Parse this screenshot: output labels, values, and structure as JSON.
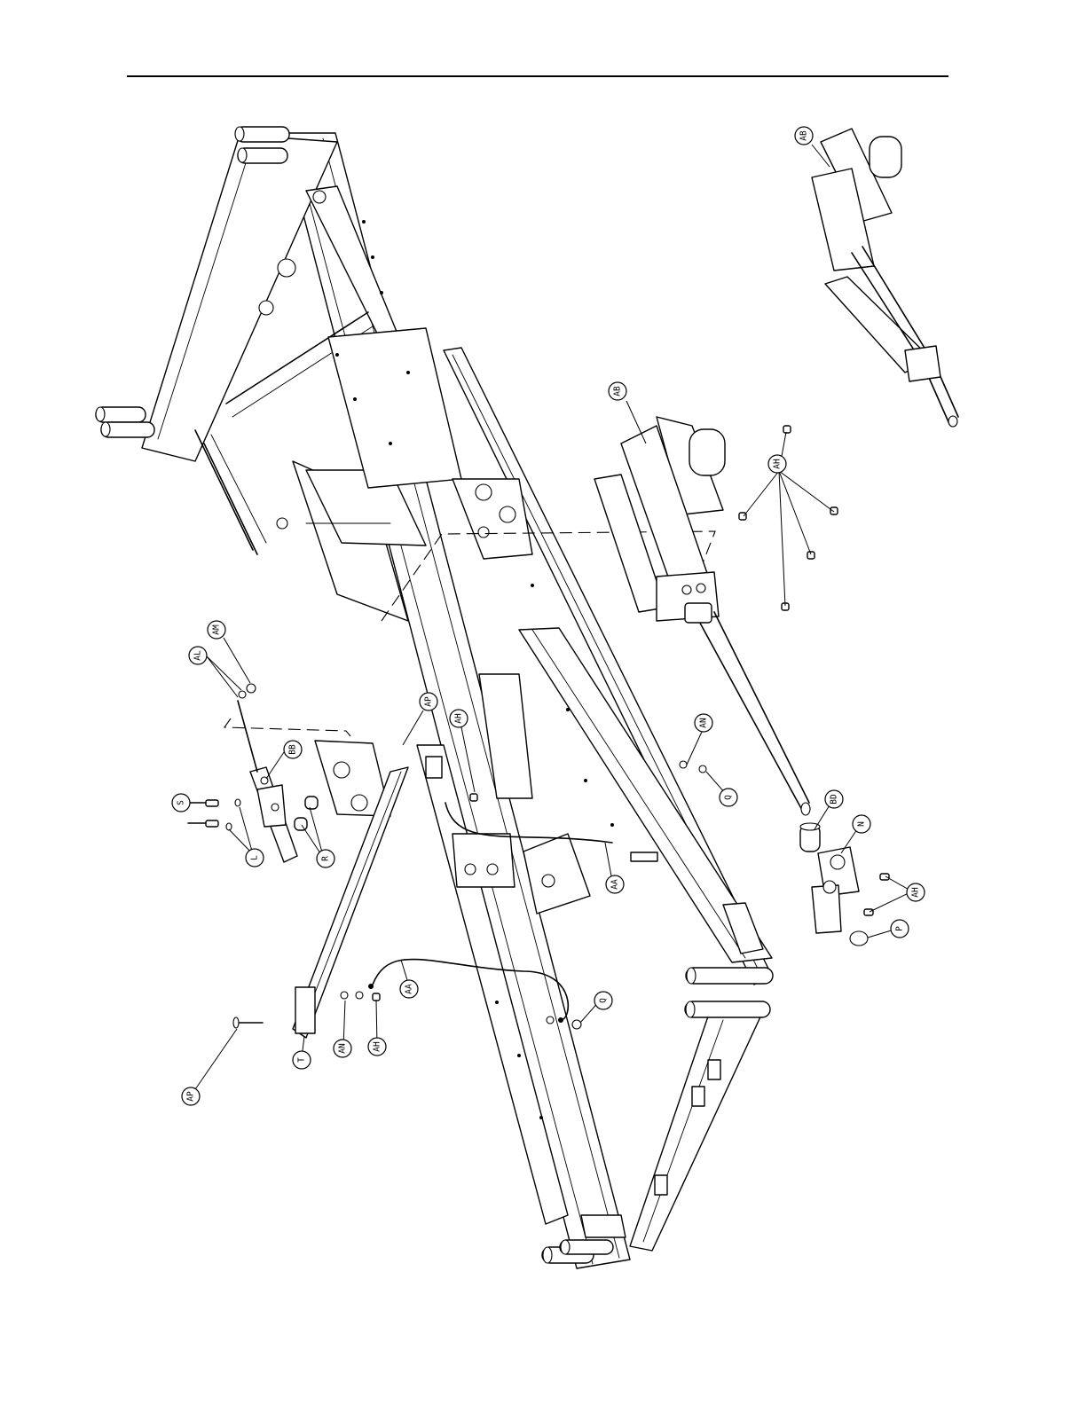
{
  "callouts": [
    {
      "id": "ab-top",
      "label": "AB"
    },
    {
      "id": "ab-mid",
      "label": "AB"
    },
    {
      "id": "ah-right",
      "label": "AH"
    },
    {
      "id": "am",
      "label": "AM"
    },
    {
      "id": "al",
      "label": "AL"
    },
    {
      "id": "bb",
      "label": "BB"
    },
    {
      "id": "s",
      "label": "S"
    },
    {
      "id": "l",
      "label": "L"
    },
    {
      "id": "r",
      "label": "R"
    },
    {
      "id": "ap-mid",
      "label": "AP"
    },
    {
      "id": "ah-mid",
      "label": "AH"
    },
    {
      "id": "an-right",
      "label": "AN"
    },
    {
      "id": "q-right",
      "label": "Q"
    },
    {
      "id": "bd",
      "label": "BD"
    },
    {
      "id": "n",
      "label": "N"
    },
    {
      "id": "ah-lower-right",
      "label": "AH"
    },
    {
      "id": "p",
      "label": "P"
    },
    {
      "id": "aa-right",
      "label": "AA"
    },
    {
      "id": "aa-mid",
      "label": "AA"
    },
    {
      "id": "q-mid",
      "label": "Q"
    },
    {
      "id": "t",
      "label": "T"
    },
    {
      "id": "an-left",
      "label": "AN"
    },
    {
      "id": "ah-left",
      "label": "AH"
    },
    {
      "id": "ap-left",
      "label": "AP"
    }
  ]
}
